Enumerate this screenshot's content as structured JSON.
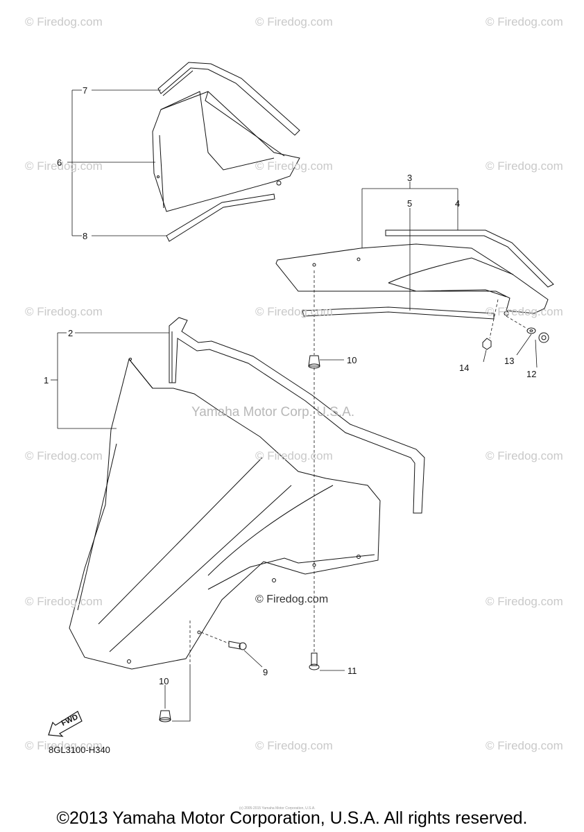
{
  "watermark_text": "© Firedog.com",
  "center_watermark": "Yamaha Motor Corp. U.S.A.",
  "inner_watermark": "© Firedog.com",
  "diagram_code": "8GL3100-H340",
  "fwd_label": "FWD",
  "tiny_notice": "(c) 2005-2015 Yamaha Motor Corporation, U.S.A.",
  "copyright": "©2013 Yamaha Motor Corporation, U.S.A. All rights reserved.",
  "callouts": {
    "c1": "1",
    "c2": "2",
    "c3": "3",
    "c4": "4",
    "c5": "5",
    "c6": "6",
    "c7": "7",
    "c8": "8",
    "c9": "9",
    "c10a": "10",
    "c10b": "10",
    "c11": "11",
    "c12": "12",
    "c13": "13",
    "c14": "14"
  }
}
